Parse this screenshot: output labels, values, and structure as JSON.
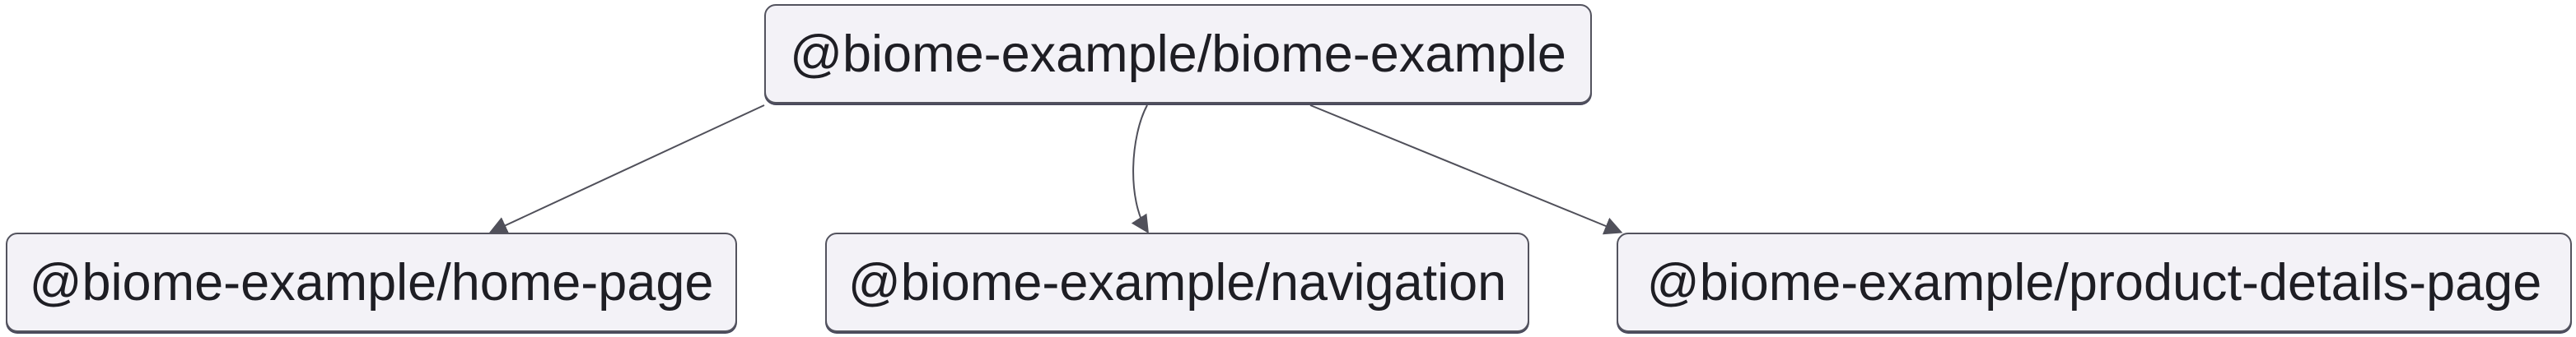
{
  "diagram": {
    "type": "dependency-graph",
    "nodes": [
      {
        "id": "root",
        "label": "@biome-example/biome-example"
      },
      {
        "id": "home-page",
        "label": "@biome-example/home-page"
      },
      {
        "id": "navigation",
        "label": "@biome-example/navigation"
      },
      {
        "id": "product-details-page",
        "label": "@biome-example/product-details-page"
      }
    ],
    "edges": [
      {
        "from": "root",
        "to": "home-page"
      },
      {
        "from": "root",
        "to": "navigation"
      },
      {
        "from": "root",
        "to": "product-details-page"
      }
    ],
    "colors": {
      "background": "#ffffff",
      "node_fill": "#f3f2f7",
      "node_border": "#53535e",
      "edge": "#50505a",
      "text": "#1e1e24"
    }
  }
}
